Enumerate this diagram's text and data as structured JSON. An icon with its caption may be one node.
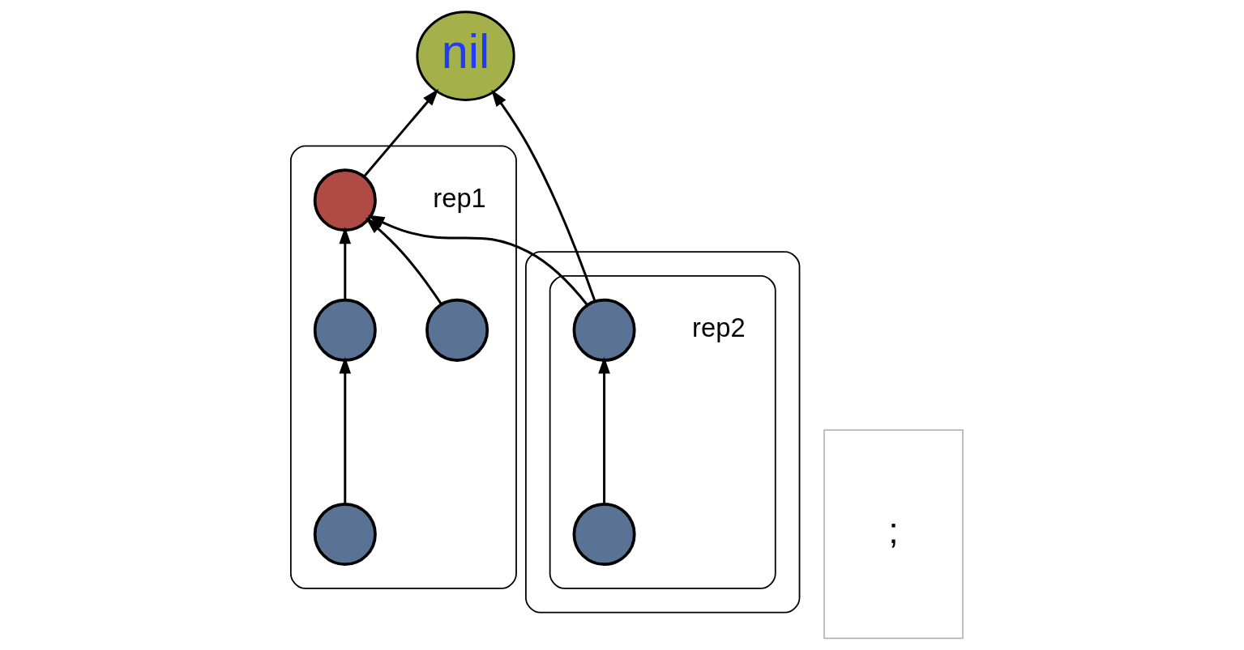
{
  "diagram": {
    "nodes": [
      {
        "text": [
          "nil"
        ]
      },
      {
        "text": [
          ";"
        ]
      },
      {
        "text": [],
        "shape": "ellipse"
      },
      {
        "text": [],
        "shape": "ellipse"
      },
      {
        "text": [],
        "shape": "circle",
        "in": 3,
        "beside": [
          "rep1"
        ]
      },
      {
        "text": [],
        "shape": "circle",
        "in": 3
      },
      {
        "text": [],
        "shape": "circle",
        "in": 3
      },
      {
        "text": [],
        "shape": "circle",
        "in": 3
      },
      {
        "text": [],
        "shape": "ellipse",
        "in": 2
      },
      {
        "text": [],
        "shape": "circle",
        "in": 8,
        "beside": [
          "rep2"
        ]
      },
      {
        "text": [],
        "shape": "circle",
        "in": 8
      }
    ],
    "edges": [
      {
        "from": 4,
        "to": 0,
        "arrow": "to"
      },
      {
        "from": 9,
        "to": 0,
        "arrow": "to"
      },
      {
        "from": 5,
        "to": 4,
        "arrow": "to"
      },
      {
        "from": 6,
        "to": 4,
        "arrow": "to"
      },
      {
        "from": 7,
        "to": 6,
        "arrow": "to"
      },
      {
        "from": 9,
        "to": 4,
        "arrow": "to"
      },
      {
        "from": 10,
        "to": 9,
        "arrow": "to"
      }
    ]
  }
}
